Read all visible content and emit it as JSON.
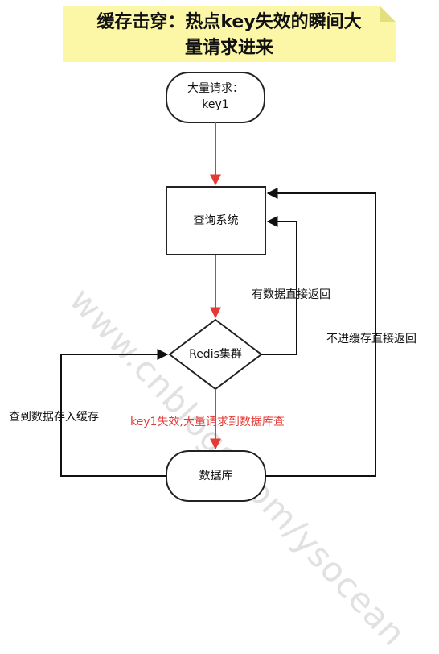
{
  "title": {
    "line1": "缓存击穿：热点key失效的瞬间大",
    "line2": "量请求进来"
  },
  "nodes": {
    "request": {
      "line1": "大量请求：",
      "line2": "key1"
    },
    "query_system": "查询系统",
    "redis": "Redis集群",
    "database": "数据库"
  },
  "edges": {
    "has_data": "有数据直接返回",
    "no_cache": "不进缓存直接返回",
    "store_cache": "查到数据存入缓存",
    "key_expired": "key1失效,大量请求到数据库查"
  },
  "watermark": "www.cnblogs.com/ysocean",
  "colors": {
    "title_bg": "#fbf7a6",
    "arrow_red": "#e53935",
    "arrow_black": "#111111",
    "label_red": "#e53935"
  }
}
